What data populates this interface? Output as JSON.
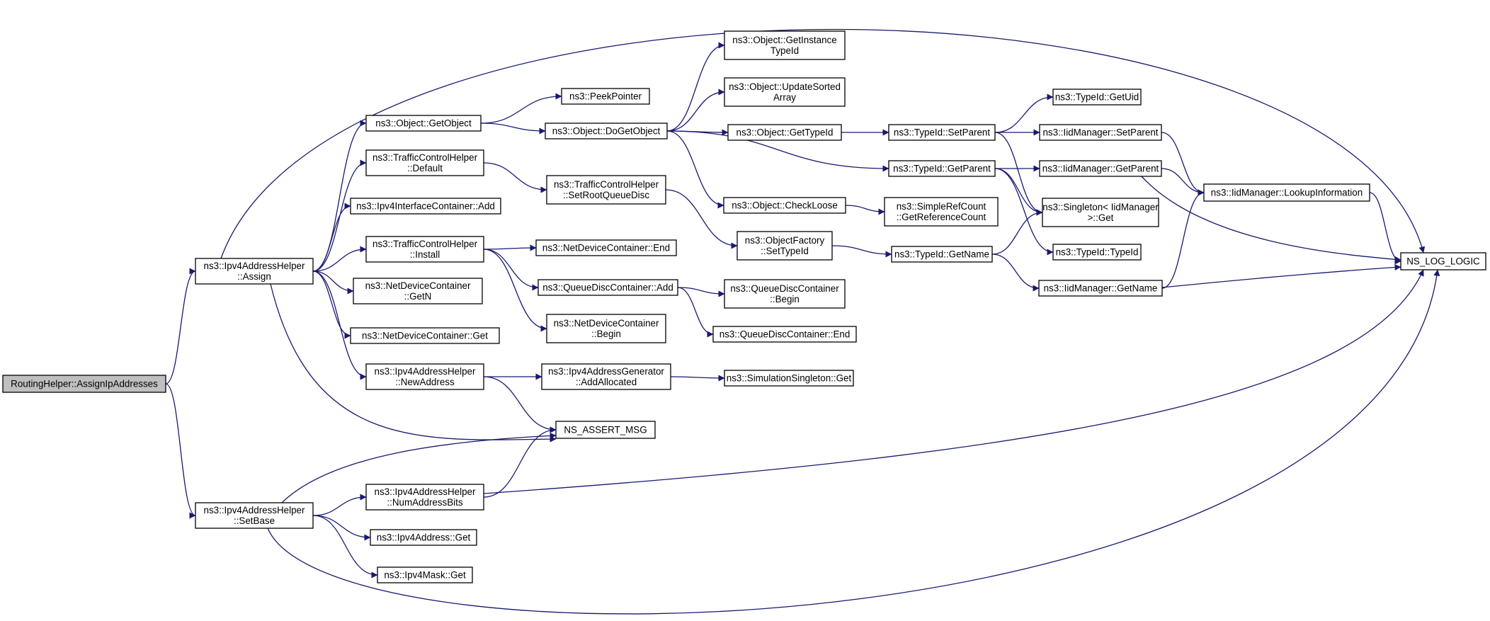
{
  "nodes": {
    "root": [
      "RoutingHelper::AssignIpAddresses"
    ],
    "assign": [
      "ns3::Ipv4AddressHelper",
      "::Assign"
    ],
    "setbase": [
      "ns3::Ipv4AddressHelper",
      "::SetBase"
    ],
    "getobject": [
      "ns3::Object::GetObject"
    ],
    "tch_default": [
      "ns3::TrafficControlHelper",
      "::Default"
    ],
    "ipv4ic_add": [
      "ns3::Ipv4InterfaceContainer::Add"
    ],
    "tch_install": [
      "ns3::TrafficControlHelper",
      "::Install"
    ],
    "ndc_getn": [
      "ns3::NetDeviceContainer",
      "::GetN"
    ],
    "ndc_get": [
      "ns3::NetDeviceContainer::Get"
    ],
    "newaddress": [
      "ns3::Ipv4AddressHelper",
      "::NewAddress"
    ],
    "numaddrbits": [
      "ns3::Ipv4AddressHelper",
      "::NumAddressBits"
    ],
    "ipv4addr_get": [
      "ns3::Ipv4Address::Get"
    ],
    "ipv4mask_get": [
      "ns3::Ipv4Mask::Get"
    ],
    "peekpointer": [
      "ns3::PeekPointer"
    ],
    "dogetobject": [
      "ns3::Object::DoGetObject"
    ],
    "setrootqd": [
      "ns3::TrafficControlHelper",
      "::SetRootQueueDisc"
    ],
    "ndc_end": [
      "ns3::NetDeviceContainer::End"
    ],
    "qdc_add": [
      "ns3::QueueDiscContainer::Add"
    ],
    "ndc_begin": [
      "ns3::NetDeviceContainer",
      "::Begin"
    ],
    "addallocated": [
      "ns3::Ipv4AddressGenerator",
      "::AddAllocated"
    ],
    "assert": [
      "NS_ASSERT_MSG"
    ],
    "getinstancetid": [
      "ns3::Object::GetInstance",
      "TypeId"
    ],
    "updatesorted": [
      "ns3::Object::UpdateSorted",
      "Array"
    ],
    "obj_gettypeid": [
      "ns3::Object::GetTypeId"
    ],
    "checkloose": [
      "ns3::Object::CheckLoose"
    ],
    "of_settypeid": [
      "ns3::ObjectFactory",
      "::SetTypeId"
    ],
    "qdc_begin": [
      "ns3::QueueDiscContainer",
      "::Begin"
    ],
    "qdc_end": [
      "ns3::QueueDiscContainer::End"
    ],
    "simsingleton": [
      "ns3::SimulationSingleton::Get"
    ],
    "tid_setparent": [
      "ns3::TypeId::SetParent"
    ],
    "tid_getparent": [
      "ns3::TypeId::GetParent"
    ],
    "src_getrefcount": [
      "ns3::SimpleRefCount",
      "::GetReferenceCount"
    ],
    "tid_getname": [
      "ns3::TypeId::GetName"
    ],
    "tid_getuid": [
      "ns3::TypeId::GetUid"
    ],
    "iid_setparent": [
      "ns3::IidManager::SetParent"
    ],
    "iid_getparent": [
      "ns3::IidManager::GetParent"
    ],
    "singleton_get": [
      "ns3::Singleton< IidManager",
      " >::Get"
    ],
    "tid_typeid": [
      "ns3::TypeId::TypeId"
    ],
    "iid_getname": [
      "ns3::IidManager::GetName"
    ],
    "iid_lookup": [
      "ns3::IidManager::LookupInformation"
    ],
    "logic": [
      "NS_LOG_LOGIC"
    ]
  },
  "edges": [
    [
      "root",
      "assign"
    ],
    [
      "root",
      "setbase"
    ],
    [
      "assign",
      "getobject"
    ],
    [
      "assign",
      "tch_default"
    ],
    [
      "assign",
      "ipv4ic_add"
    ],
    [
      "assign",
      "tch_install"
    ],
    [
      "assign",
      "ndc_getn"
    ],
    [
      "assign",
      "ndc_get"
    ],
    [
      "assign",
      "newaddress"
    ],
    [
      "assign",
      "assert"
    ],
    [
      "assign",
      "logic"
    ],
    [
      "setbase",
      "assert"
    ],
    [
      "setbase",
      "numaddrbits"
    ],
    [
      "setbase",
      "ipv4addr_get"
    ],
    [
      "setbase",
      "ipv4mask_get"
    ],
    [
      "setbase",
      "logic"
    ],
    [
      "getobject",
      "peekpointer"
    ],
    [
      "getobject",
      "dogetobject"
    ],
    [
      "tch_default",
      "setrootqd"
    ],
    [
      "tch_install",
      "ndc_end"
    ],
    [
      "tch_install",
      "qdc_add"
    ],
    [
      "tch_install",
      "ndc_begin"
    ],
    [
      "newaddress",
      "addallocated"
    ],
    [
      "newaddress",
      "assert"
    ],
    [
      "numaddrbits",
      "assert"
    ],
    [
      "numaddrbits",
      "logic"
    ],
    [
      "dogetobject",
      "getinstancetid"
    ],
    [
      "dogetobject",
      "updatesorted"
    ],
    [
      "dogetobject",
      "obj_gettypeid"
    ],
    [
      "dogetobject",
      "tid_getparent"
    ],
    [
      "dogetobject",
      "checkloose"
    ],
    [
      "setrootqd",
      "of_settypeid"
    ],
    [
      "qdc_add",
      "qdc_begin"
    ],
    [
      "qdc_add",
      "qdc_end"
    ],
    [
      "addallocated",
      "simsingleton"
    ],
    [
      "obj_gettypeid",
      "tid_setparent"
    ],
    [
      "checkloose",
      "src_getrefcount"
    ],
    [
      "of_settypeid",
      "tid_getname"
    ],
    [
      "tid_setparent",
      "tid_getuid"
    ],
    [
      "tid_setparent",
      "iid_setparent"
    ],
    [
      "tid_setparent",
      "singleton_get"
    ],
    [
      "tid_getparent",
      "iid_getparent"
    ],
    [
      "tid_getparent",
      "singleton_get"
    ],
    [
      "tid_getparent",
      "tid_typeid"
    ],
    [
      "tid_getname",
      "singleton_get"
    ],
    [
      "tid_getname",
      "iid_getname"
    ],
    [
      "iid_setparent",
      "iid_lookup"
    ],
    [
      "iid_getparent",
      "iid_lookup"
    ],
    [
      "iid_getparent",
      "logic"
    ],
    [
      "iid_getname",
      "iid_lookup"
    ],
    [
      "iid_getname",
      "logic"
    ],
    [
      "iid_lookup",
      "logic"
    ]
  ],
  "colors": {
    "edge": "#191970",
    "root_fill": "#bfbfbf",
    "node_fill": "#ffffff",
    "node_border": "#000000"
  }
}
